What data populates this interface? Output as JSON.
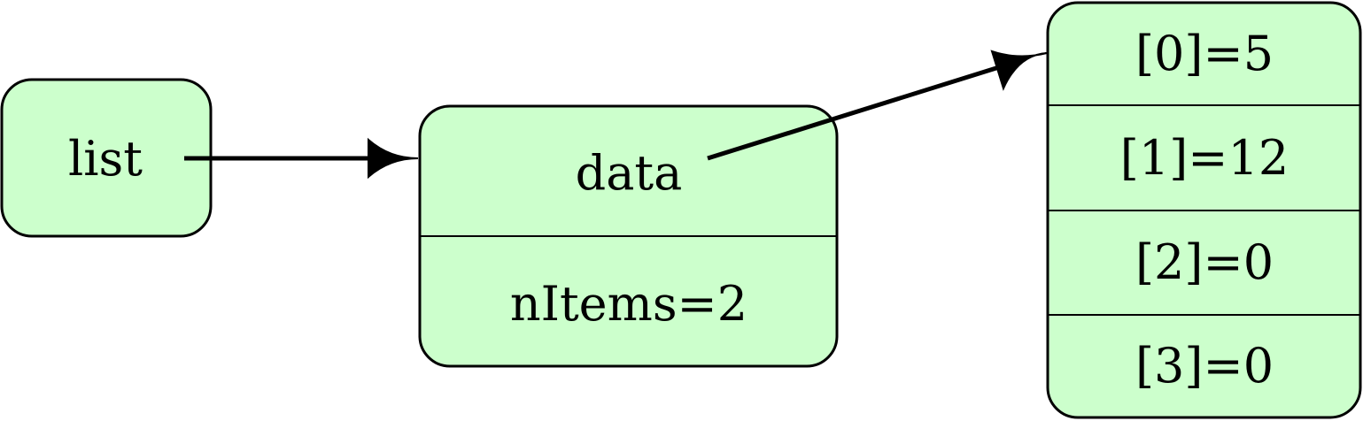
{
  "nodes": {
    "list": {
      "label": "list"
    },
    "struct": {
      "fields": [
        "data",
        "nItems=2"
      ]
    },
    "array": {
      "cells": [
        "[0]=5",
        "[1]=12",
        "[2]=0",
        "[3]=0"
      ]
    }
  },
  "colors": {
    "node_fill": "#ccffcc",
    "stroke": "#000000"
  }
}
